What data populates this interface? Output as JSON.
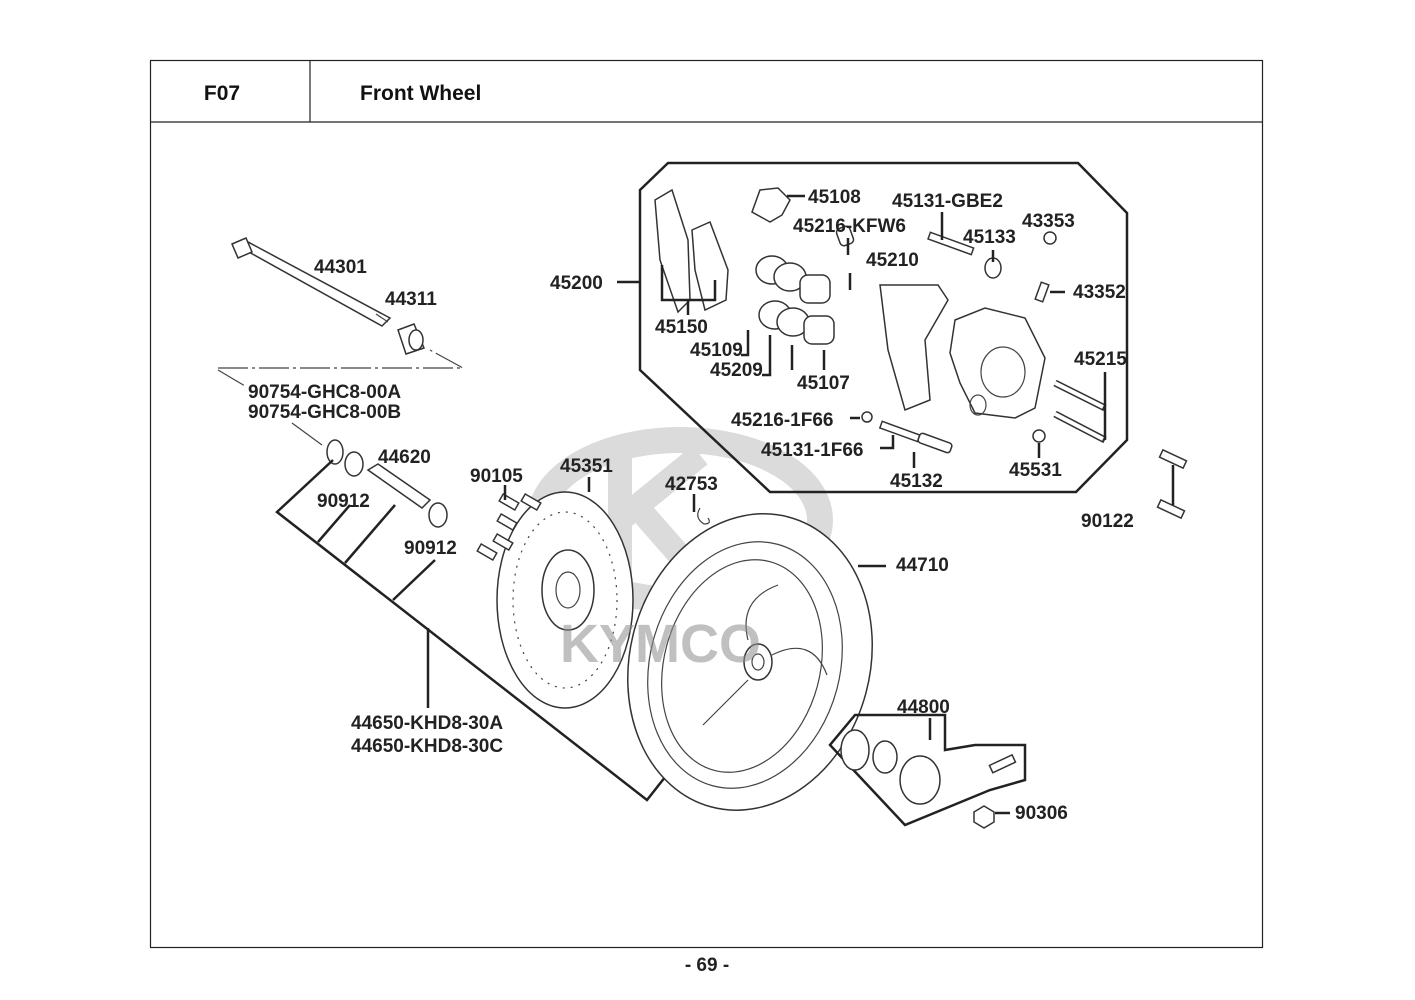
{
  "header": {
    "code": "F07",
    "title": "Front Wheel"
  },
  "watermark": {
    "brand": "KYMCO"
  },
  "parts": {
    "p44301": "44301",
    "p44311": "44311",
    "p90754a": "90754-GHC8-00A",
    "p90754b": "90754-GHC8-00B",
    "p44620": "44620",
    "p90912a": "90912",
    "p90912b": "90912",
    "p90105": "90105",
    "p45351": "45351",
    "p42753": "42753",
    "p44710": "44710",
    "p44800": "44800",
    "p90306": "90306",
    "p44650a": "44650-KHD8-30A",
    "p44650c": "44650-KHD8-30C",
    "p90122": "90122",
    "p45200": "45200",
    "p45108": "45108",
    "p45131gbe2": "45131-GBE2",
    "p45216kfw6": "45216-KFW6",
    "p45133": "45133",
    "p43353": "43353",
    "p45210": "45210",
    "p43352": "43352",
    "p45150": "45150",
    "p45109": "45109",
    "p45209": "45209",
    "p45107": "45107",
    "p45215": "45215",
    "p452161f66": "45216-1F66",
    "p451311f66": "45131-1F66",
    "p45132": "45132",
    "p45531": "45531"
  },
  "footer": {
    "page": "- 69 -"
  }
}
